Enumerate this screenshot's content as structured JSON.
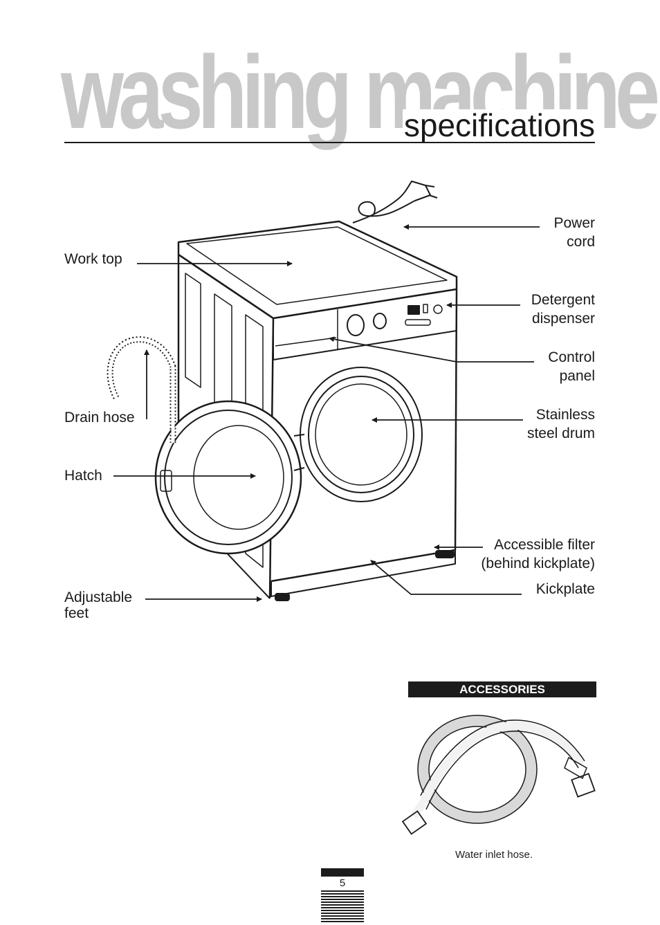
{
  "header": {
    "background_title": "washing machine",
    "title": "specifications"
  },
  "labels": {
    "work_top": "Work top",
    "drain_hose": "Drain hose",
    "hatch": "Hatch",
    "adjustable_feet_1": "Adjustable",
    "adjustable_feet_2": "feet",
    "power_cord_1": "Power",
    "power_cord_2": "cord",
    "detergent_1": "Detergent",
    "detergent_2": "dispenser",
    "control_1": "Control",
    "control_2": "panel",
    "drum_1": "Stainless",
    "drum_2": "steel drum",
    "filter_1": "Accessible filter",
    "filter_2": "(behind kickplate)",
    "kickplate": "Kickplate"
  },
  "accessories": {
    "heading": "ACCESSORIES",
    "caption": "Water inlet hose."
  },
  "footer": {
    "page_number": "5"
  },
  "colors": {
    "ink": "#1a1a1a",
    "background_title": "#c8c8c8",
    "bar": "#1c1c1c"
  }
}
